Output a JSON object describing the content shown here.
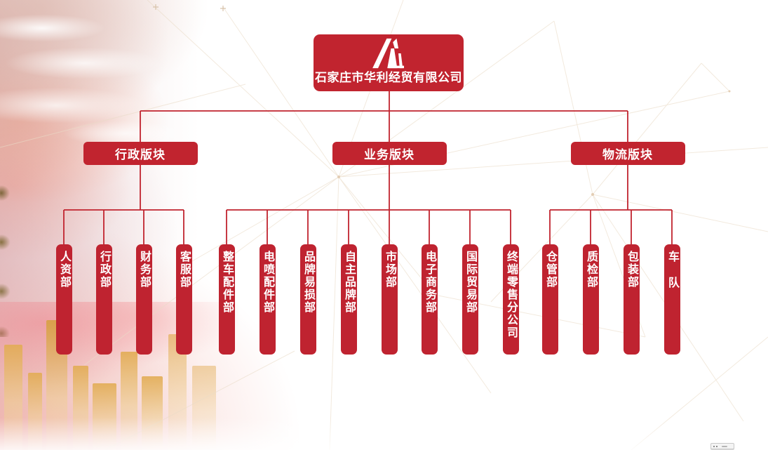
{
  "org": {
    "company": "石家庄市华利经贸有限公司",
    "branches": [
      {
        "label": "行政版块",
        "children": [
          "人资部",
          "行政部",
          "财务部",
          "客服部"
        ]
      },
      {
        "label": "业务版块",
        "children": [
          "整车配件部",
          "电喷配件部",
          "品牌易损部",
          "自主品牌部",
          "市场部",
          "电子商务部",
          "国际贸易部",
          "终端零售分公司"
        ]
      },
      {
        "label": "物流版块",
        "children": [
          "仓管部",
          "质检部",
          "包装部",
          "车队"
        ]
      }
    ]
  },
  "colors": {
    "node_red": "#c1242f",
    "bar_red": "#bf2330",
    "line_red": "#c1242f",
    "label_text": "#ffffff",
    "mesh_line": "#eadcc8"
  }
}
